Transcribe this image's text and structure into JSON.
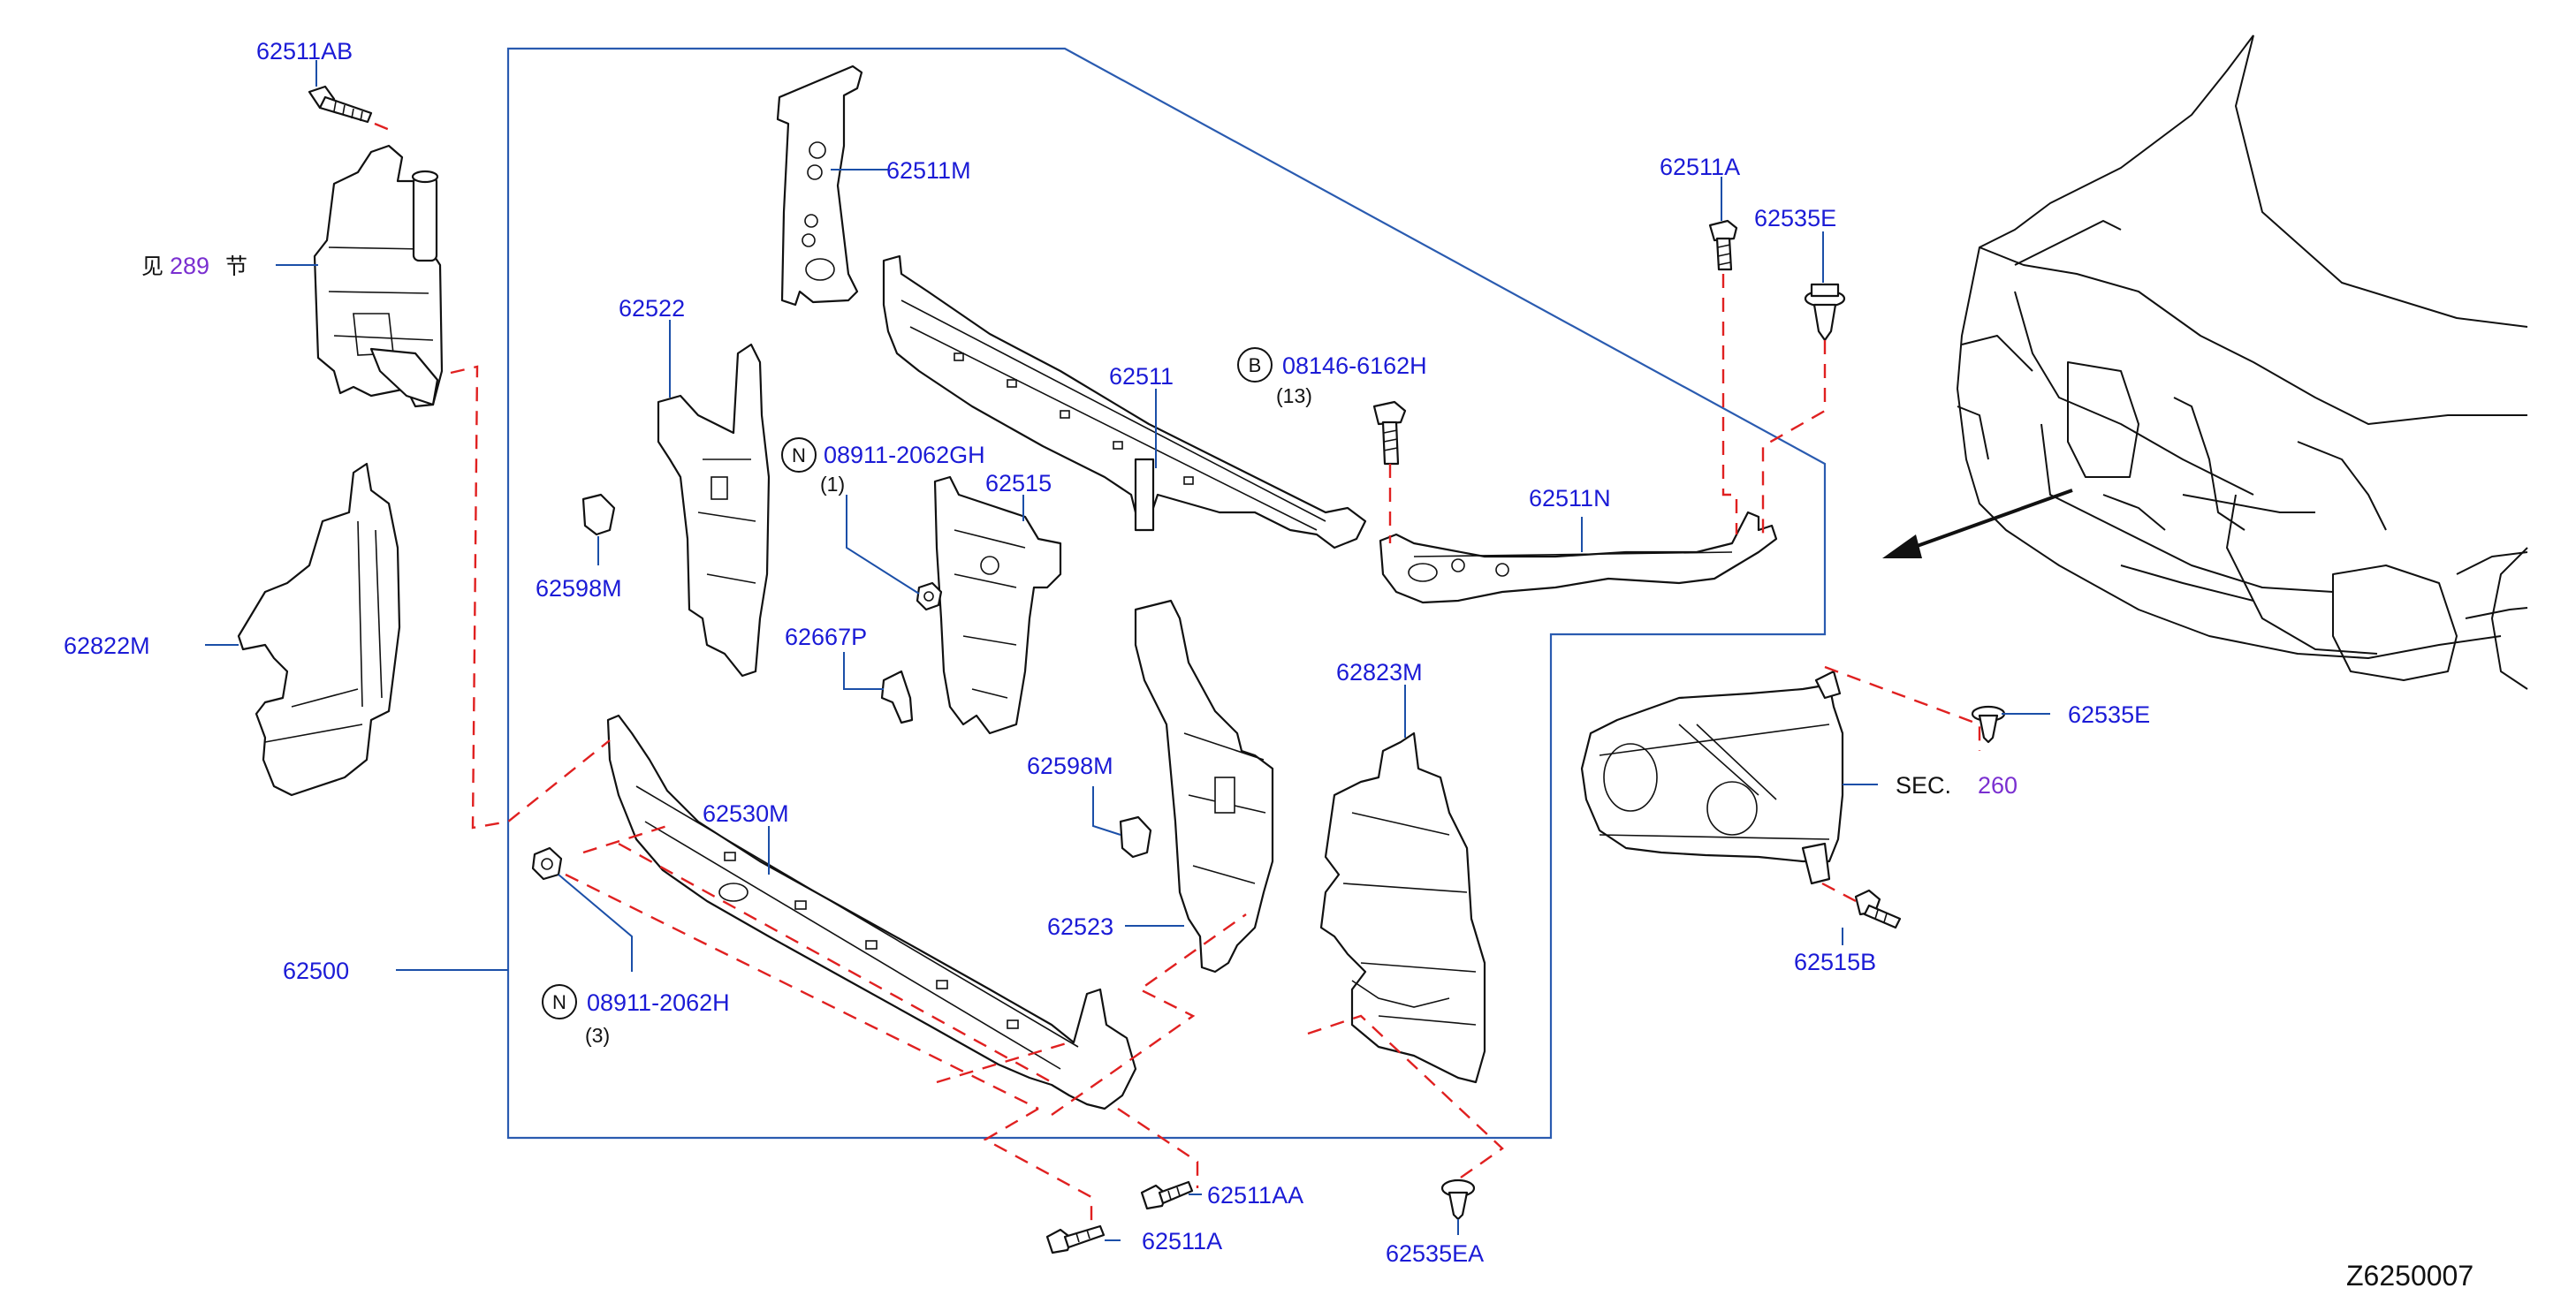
{
  "callouts": {
    "p62511AB": "62511AB",
    "see_ref_prefix": "见",
    "see_ref_num": "289",
    "see_ref_suffix": "节",
    "p62822M": "62822M",
    "p62522": "62522",
    "p62598M_a": "62598M",
    "p62511M": "62511M",
    "p62511": "62511",
    "bolt_b_code": "08146-6162H",
    "bolt_b_qty": "(13)",
    "nut_n1_code": "08911-2062GH",
    "nut_n1_qty": "(1)",
    "p62515": "62515",
    "p62667P": "62667P",
    "p62598M_b": "62598M",
    "p62523": "62523",
    "p62530M": "62530M",
    "p62500": "62500",
    "nut_n2_code": "08911-2062H",
    "nut_n2_qty": "(3)",
    "p62823M": "62823M",
    "p62511A_top": "62511A",
    "p62535E_top": "62535E",
    "p62511N": "62511N",
    "p62535E_right": "62535E",
    "sec_prefix": "SEC.",
    "sec_num": "260",
    "p62515B": "62515B",
    "p62511AA": "62511AA",
    "p62511A_bottom": "62511A",
    "p62535EA": "62535EA",
    "diagram_code": "Z6250007"
  },
  "markers": {
    "b": "B",
    "n1": "N",
    "n2": "N"
  },
  "colors": {
    "part_number": "#1b1bd6",
    "reference": "#7a2fd0",
    "leader": "#1b4fa8",
    "assembly_dash": "#e02020"
  }
}
